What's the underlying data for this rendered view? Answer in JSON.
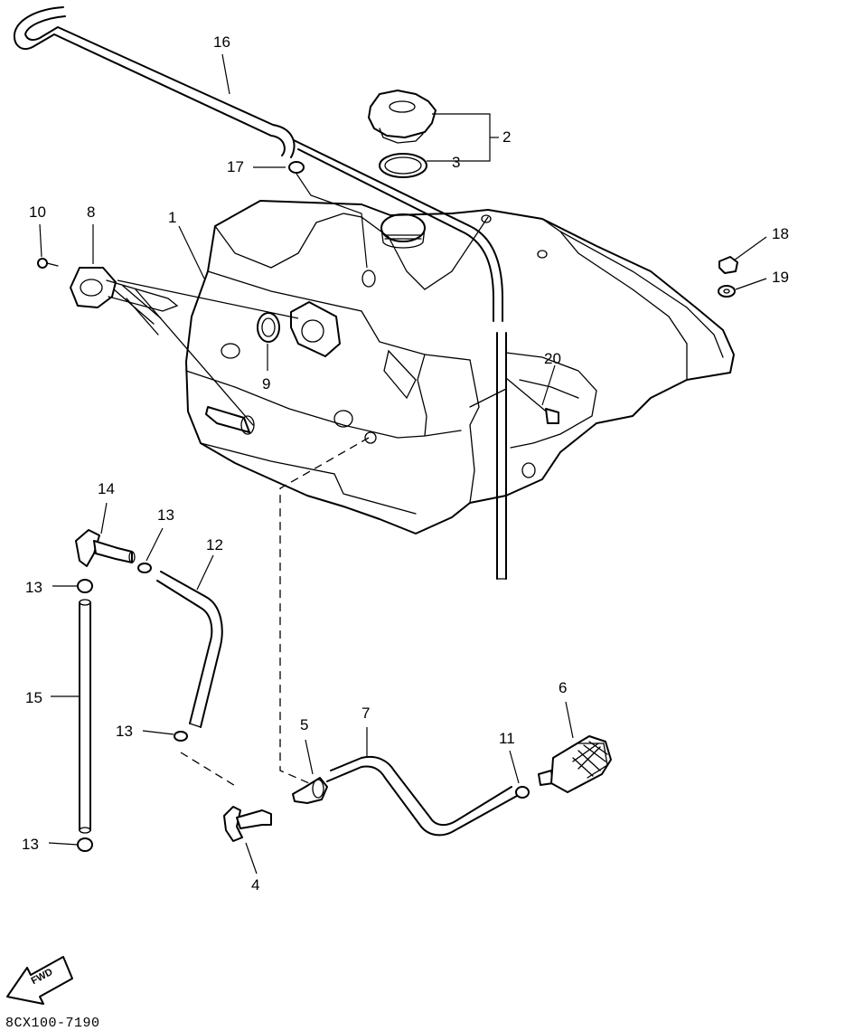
{
  "callouts": [
    {
      "id": "1",
      "label": "1"
    },
    {
      "id": "2",
      "label": "2"
    },
    {
      "id": "3",
      "label": "3"
    },
    {
      "id": "4",
      "label": "4"
    },
    {
      "id": "5",
      "label": "5"
    },
    {
      "id": "6",
      "label": "6"
    },
    {
      "id": "7",
      "label": "7"
    },
    {
      "id": "8",
      "label": "8"
    },
    {
      "id": "9",
      "label": "9"
    },
    {
      "id": "10",
      "label": "10"
    },
    {
      "id": "11",
      "label": "11"
    },
    {
      "id": "12",
      "label": "12"
    },
    {
      "id": "13",
      "label": "13"
    },
    {
      "id": "14",
      "label": "14"
    },
    {
      "id": "15",
      "label": "15"
    },
    {
      "id": "16",
      "label": "16"
    },
    {
      "id": "17",
      "label": "17"
    },
    {
      "id": "18",
      "label": "18"
    },
    {
      "id": "19",
      "label": "19"
    },
    {
      "id": "20",
      "label": "20"
    }
  ],
  "fwd_arrow_text": "FWD",
  "diagram_code": "8CX100-7190"
}
